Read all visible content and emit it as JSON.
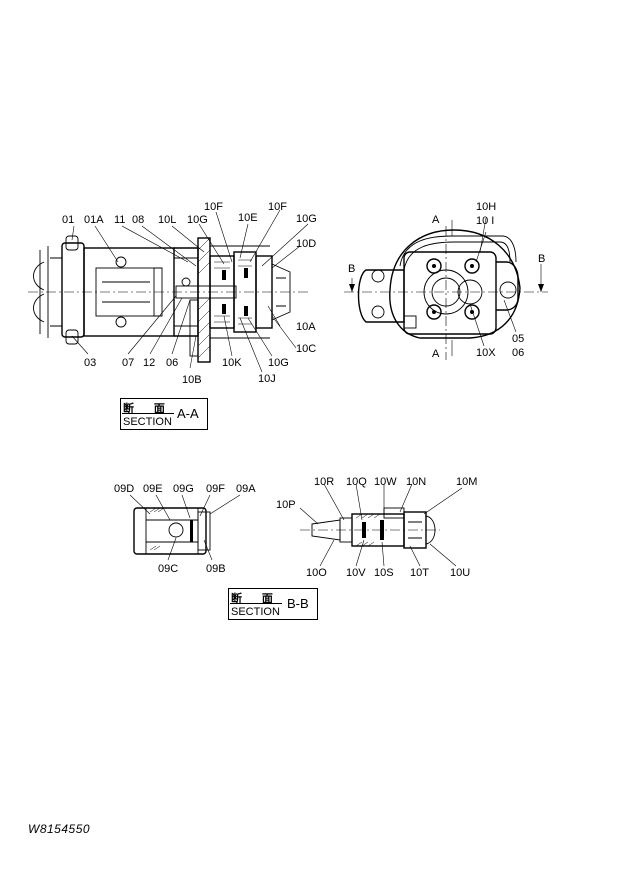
{
  "section_aa": {
    "callouts": [
      "01",
      "01A",
      "11",
      "08",
      "10L",
      "10G",
      "10F",
      "10E",
      "10F",
      "10G",
      "10D",
      "10A",
      "10C",
      "10G",
      "10J",
      "10K",
      "10B",
      "06",
      "12",
      "07",
      "03"
    ],
    "label_kanji": "断 面",
    "label_word": "SECTION",
    "label_tag": "A-A"
  },
  "end_view": {
    "callouts": [
      "10H",
      "10 I",
      "05",
      "06",
      "10X"
    ],
    "marks": {
      "a_top": "A",
      "a_bottom": "A",
      "b_left": "B",
      "b_right": "B"
    }
  },
  "detail_09": {
    "callouts": [
      "09D",
      "09E",
      "09G",
      "09F",
      "09A",
      "09C",
      "09B"
    ]
  },
  "section_bb": {
    "callouts": [
      "10R",
      "10Q",
      "10W",
      "10N",
      "10M",
      "10P",
      "10O",
      "10V",
      "10S",
      "10T",
      "10U"
    ],
    "label_kanji": "断 面",
    "label_word": "SECTION",
    "label_tag": "B-B"
  },
  "figure_id": "W8154550"
}
